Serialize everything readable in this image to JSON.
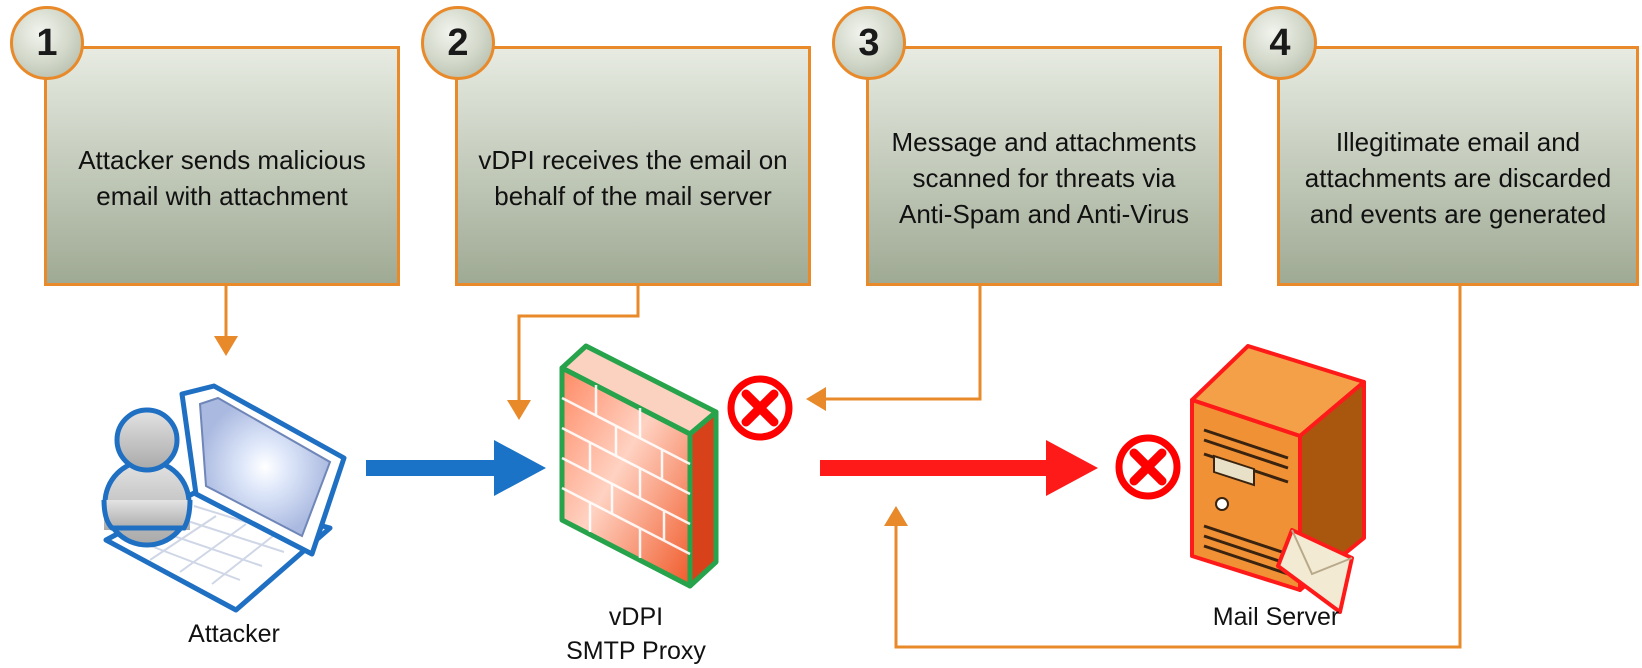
{
  "colors": {
    "box_border": "#e8892a",
    "connector": "#e8892a",
    "send_arrow": "#1a73c6",
    "blocked_arrow": "#ff0000",
    "block_icon": "#ff0000"
  },
  "steps": [
    {
      "number": "1",
      "text": "Attacker sends malicious email with attachment"
    },
    {
      "number": "2",
      "text": "vDPI receives the email on behalf of the mail server"
    },
    {
      "number": "3",
      "text": "Message and attachments scanned for threats via Anti-Spam and Anti-Virus"
    },
    {
      "number": "4",
      "text": "Illegitimate email and attachments are discarded and events are generated"
    }
  ],
  "nodes": {
    "attacker": {
      "label": "Attacker",
      "icon": "laptop-user-icon"
    },
    "proxy": {
      "label_line1": "vDPI",
      "label_line2": "SMTP Proxy",
      "icon": "firewall-icon"
    },
    "mail_server": {
      "label": "Mail Server",
      "icon": "server-email-icon"
    }
  },
  "icons": {
    "block": "x-circle-icon"
  }
}
